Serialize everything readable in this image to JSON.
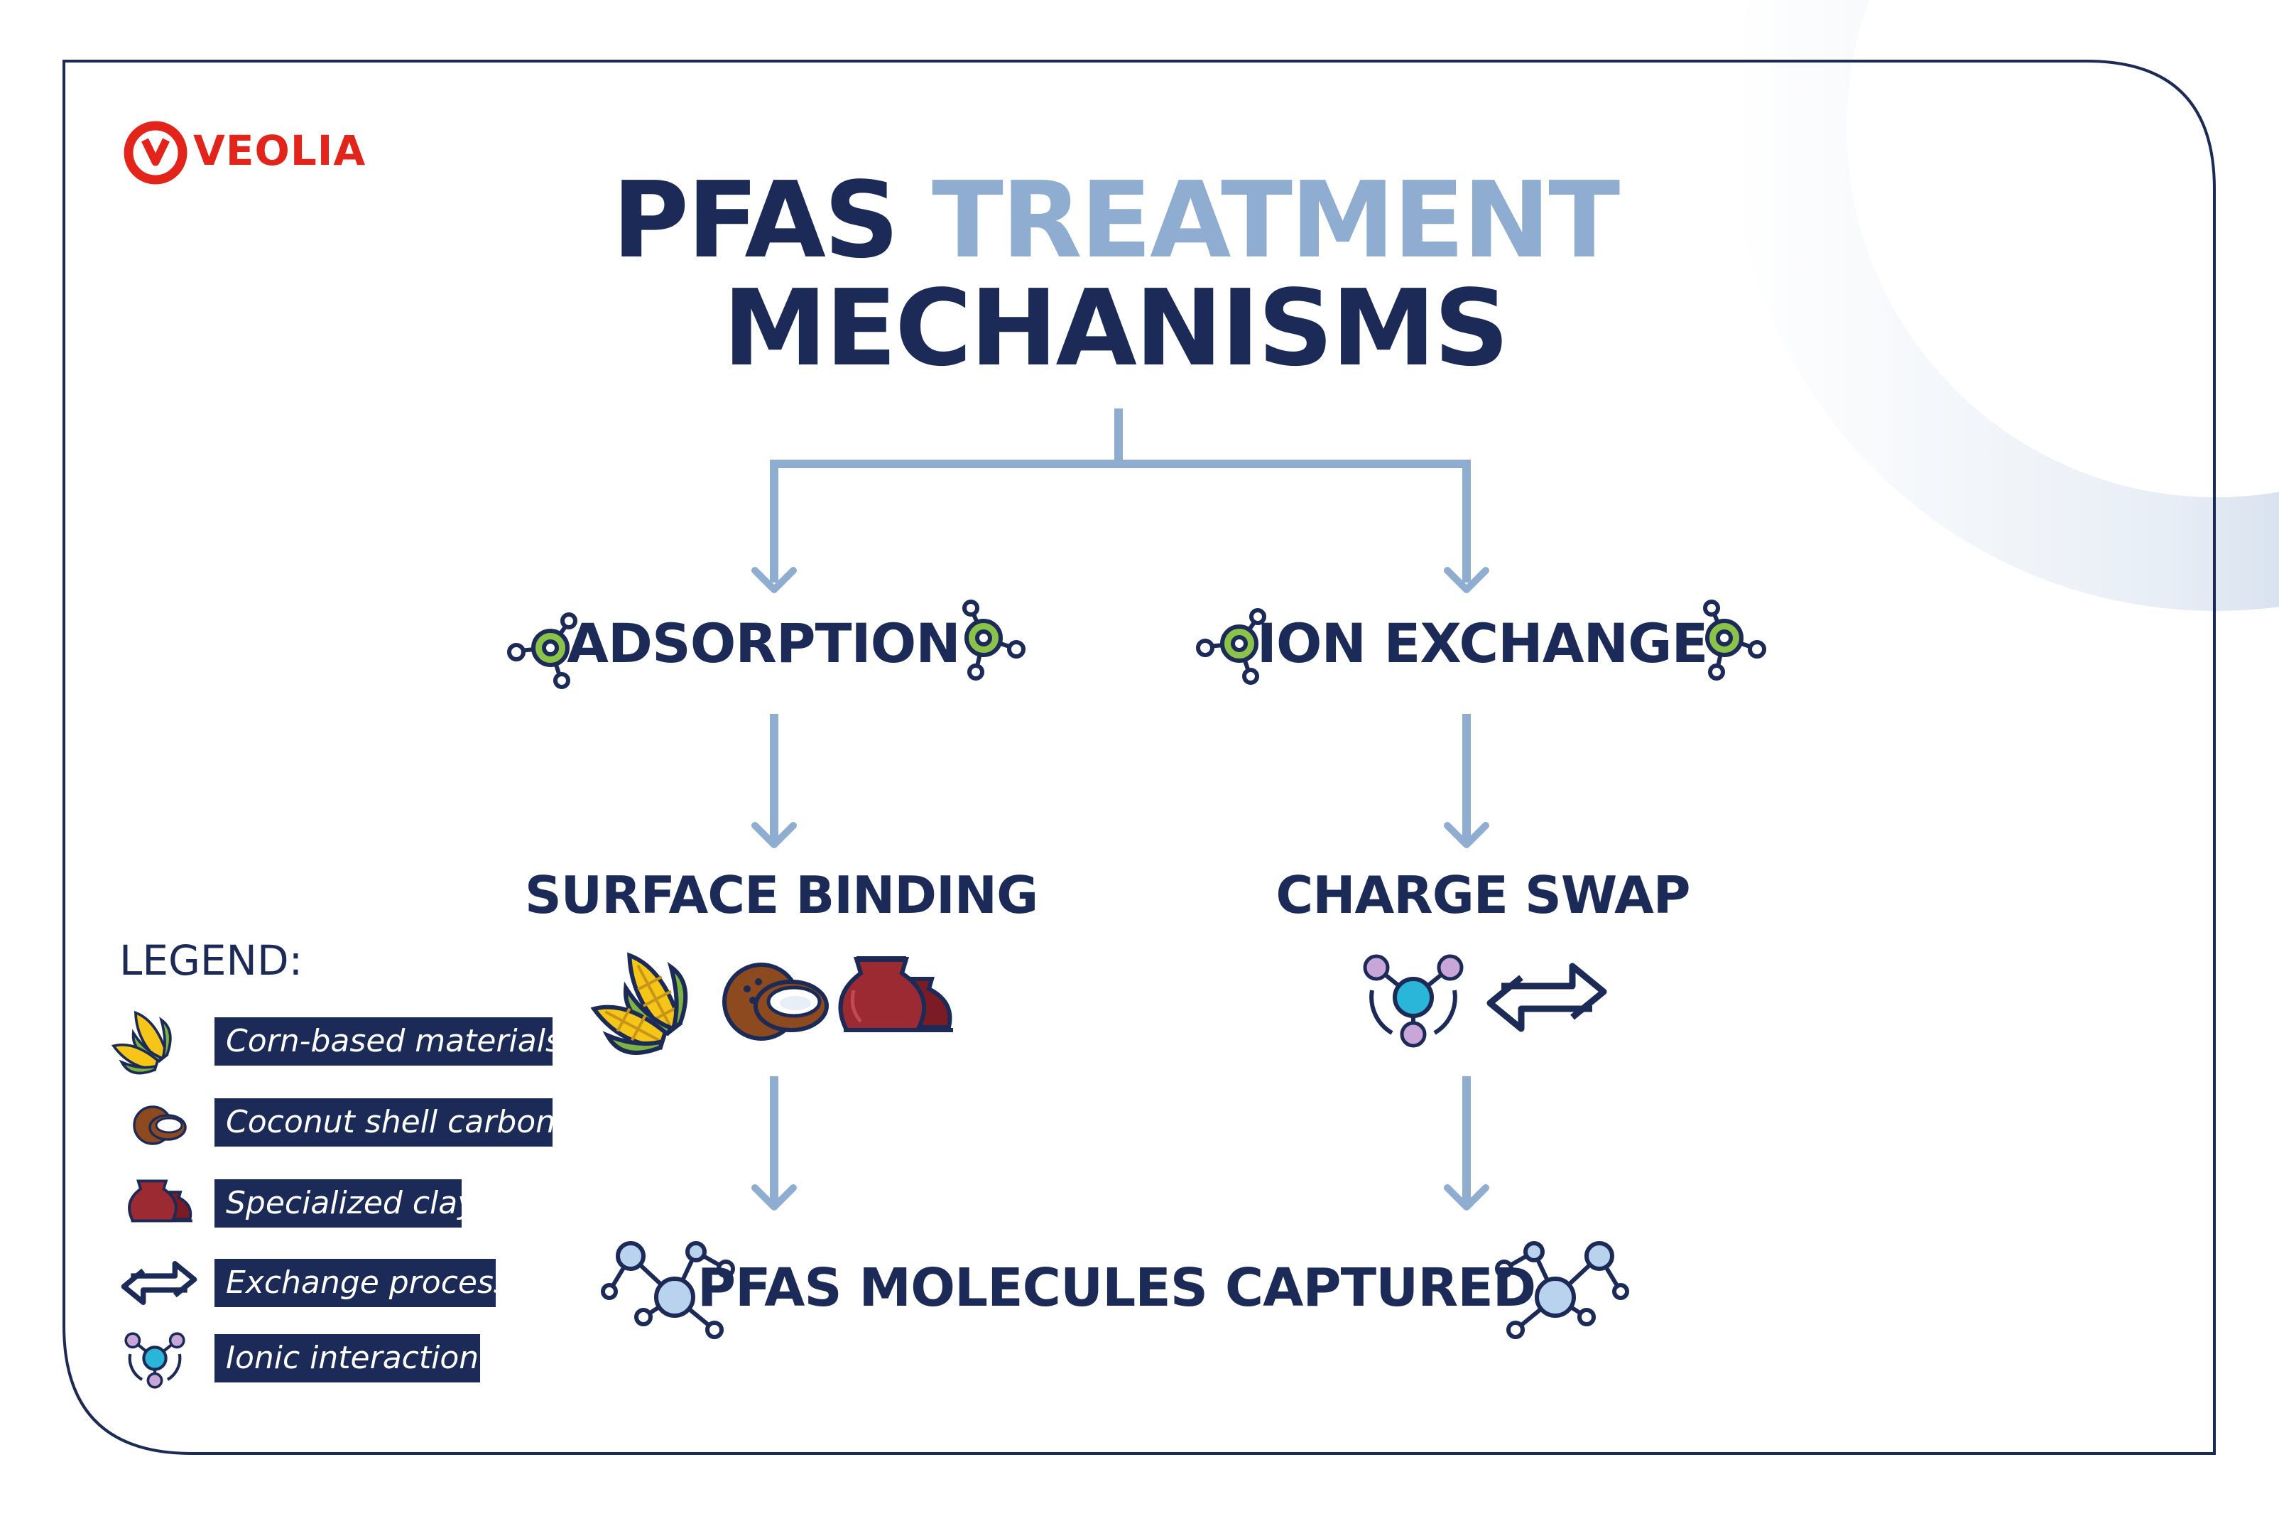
{
  "brand": {
    "name": "VEOLIA",
    "color": "#e3241b"
  },
  "title": {
    "part1": "PFAS ",
    "accent": "TREATMENT",
    "line2": "MECHANISMS"
  },
  "colors": {
    "navy": "#1b2a57",
    "accent": "#8fadd0",
    "arrow": "#8fadd0"
  },
  "mechanisms": {
    "left": {
      "label": "ADSORPTION",
      "result": "SURFACE BINDING"
    },
    "right": {
      "label": "ION EXCHANGE",
      "result": "CHARGE SWAP"
    }
  },
  "outcome": "PFAS MOLECULES CAPTURED",
  "legend": {
    "title": "LEGEND:",
    "items": [
      {
        "icon": "corn-icon",
        "label": "Corn-based materials"
      },
      {
        "icon": "coconut-icon",
        "label": "Coconut shell carbon"
      },
      {
        "icon": "clay-pot-icon",
        "label": "Specialized clay"
      },
      {
        "icon": "exchange-arrows-icon",
        "label": "Exchange process"
      },
      {
        "icon": "ionic-molecule-icon",
        "label": "Ionic interaction"
      }
    ]
  }
}
